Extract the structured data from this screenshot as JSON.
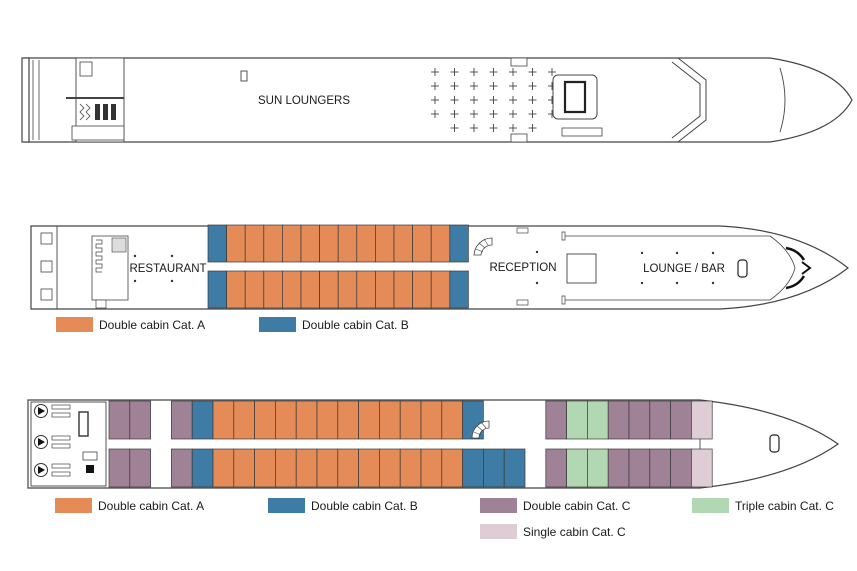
{
  "colors": {
    "cat_a": "#E58B57",
    "cat_b": "#3E7CA6",
    "cat_c": "#A08296",
    "triple_c": "#B2D7B3",
    "single_c": "#DFCDD6",
    "outline": "#444444"
  },
  "sun_deck": {
    "label": "SUN LOUNGERS"
  },
  "main_deck": {
    "restaurant": "RESTAURANT",
    "reception": "RECEPTION",
    "lounge": "LOUNGE / BAR"
  },
  "legend_main": [
    {
      "category": "cat_a",
      "label": "Double cabin Cat. A"
    },
    {
      "category": "cat_b",
      "label": "Double cabin Cat. B"
    }
  ],
  "legend_lower": [
    {
      "category": "cat_a",
      "label": "Double cabin Cat. A"
    },
    {
      "category": "cat_b",
      "label": "Double cabin Cat. B"
    },
    {
      "category": "cat_c",
      "label": "Double cabin Cat. C"
    },
    {
      "category": "triple_c",
      "label": "Triple cabin Cat. C"
    },
    {
      "category": "single_c",
      "label": "Single cabin Cat. C"
    }
  ],
  "cabins": {
    "main_deck_top": [
      "cat_b",
      "cat_a",
      "cat_a",
      "cat_a",
      "cat_a",
      "cat_a",
      "cat_a",
      "cat_a",
      "cat_a",
      "cat_a",
      "cat_a",
      "cat_a",
      "cat_a",
      "cat_b"
    ],
    "main_deck_bottom": [
      "cat_b",
      "cat_a",
      "cat_a",
      "cat_a",
      "cat_a",
      "cat_a",
      "cat_a",
      "cat_a",
      "cat_a",
      "cat_a",
      "cat_a",
      "cat_a",
      "cat_a",
      "cat_b"
    ],
    "lower_deck_top": [
      "cat_c",
      "cat_c",
      "gap",
      "cat_c",
      "cat_b",
      "cat_a",
      "cat_a",
      "cat_a",
      "cat_a",
      "cat_a",
      "cat_a",
      "cat_a",
      "cat_a",
      "cat_a",
      "cat_a",
      "cat_a",
      "cat_a",
      "cat_b",
      "gap",
      "gap",
      "gap",
      "cat_c",
      "triple_c",
      "triple_c",
      "cat_c",
      "cat_c",
      "cat_c",
      "cat_c",
      "single_c"
    ],
    "lower_deck_bottom": [
      "cat_c",
      "cat_c",
      "gap",
      "cat_c",
      "cat_b",
      "cat_a",
      "cat_a",
      "cat_a",
      "cat_a",
      "cat_a",
      "cat_a",
      "cat_a",
      "cat_a",
      "cat_a",
      "cat_a",
      "cat_a",
      "cat_a",
      "cat_b",
      "cat_b",
      "cat_b",
      "gap",
      "cat_c",
      "triple_c",
      "triple_c",
      "cat_c",
      "cat_c",
      "cat_c",
      "cat_c",
      "single_c"
    ]
  }
}
